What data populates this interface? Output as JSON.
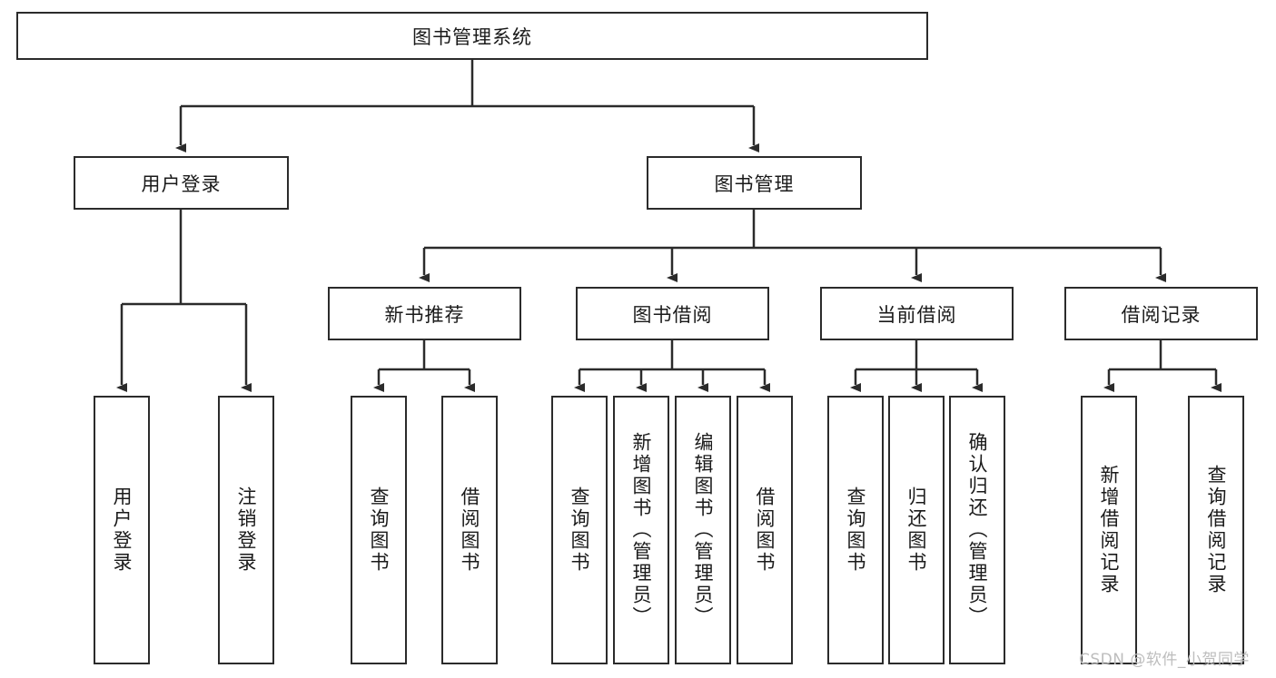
{
  "diagram": {
    "title": "图书管理系统",
    "type": "hierarchy-tree",
    "root": {
      "label": "图书管理系统"
    },
    "level2": [
      {
        "label": "用户登录"
      },
      {
        "label": "图书管理"
      }
    ],
    "level3": [
      {
        "label": "新书推荐"
      },
      {
        "label": "图书借阅"
      },
      {
        "label": "当前借阅"
      },
      {
        "label": "借阅记录"
      }
    ],
    "leaves": {
      "user_login": [
        {
          "label": "用户登录"
        },
        {
          "label": "注销登录"
        }
      ],
      "new_book_recommend": [
        {
          "label": "查询图书"
        },
        {
          "label": "借阅图书"
        }
      ],
      "book_borrow": [
        {
          "label": "查询图书"
        },
        {
          "label": "新增图书（管理员）"
        },
        {
          "label": "编辑图书（管理员）"
        },
        {
          "label": "借阅图书"
        }
      ],
      "current_borrow": [
        {
          "label": "查询图书"
        },
        {
          "label": "归还图书"
        },
        {
          "label": "确认归还（管理员）"
        }
      ],
      "borrow_record": [
        {
          "label": "新增借阅记录"
        },
        {
          "label": "查询借阅记录"
        }
      ]
    },
    "watermark": "CSDN @软件_小贺同学",
    "colors": {
      "stroke": "#2b2b2b",
      "fill": "#ffffff",
      "text": "#1a1a1a",
      "watermark": "#bdbdbd"
    }
  }
}
